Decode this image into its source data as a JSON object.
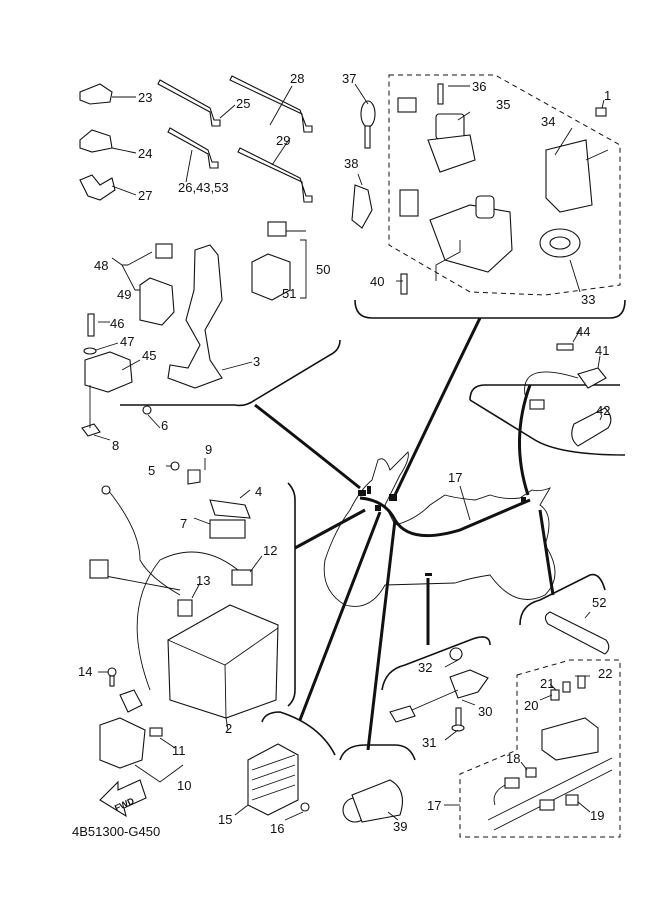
{
  "diagram": {
    "title_code": "4B51300-G450",
    "direction_arrow": "FWD",
    "central_harness_label": "17",
    "callouts": [
      {
        "id": "1",
        "part": "bolt"
      },
      {
        "id": "2",
        "part": "battery"
      },
      {
        "id": "3",
        "part": "bracket"
      },
      {
        "id": "4",
        "part": "battery-band"
      },
      {
        "id": "5",
        "part": "bolt"
      },
      {
        "id": "6",
        "part": "screw"
      },
      {
        "id": "7",
        "part": "damper"
      },
      {
        "id": "8",
        "part": "nut"
      },
      {
        "id": "9",
        "part": "holder"
      },
      {
        "id": "10",
        "part": "starter-relay-assy"
      },
      {
        "id": "11",
        "part": "fuse"
      },
      {
        "id": "12",
        "part": "battery-cable-cap"
      },
      {
        "id": "13",
        "part": "cap"
      },
      {
        "id": "14",
        "part": "bolt"
      },
      {
        "id": "15",
        "part": "rectifier-regulator"
      },
      {
        "id": "16",
        "part": "bolt"
      },
      {
        "id": "17",
        "part": "wire-harness"
      },
      {
        "id": "18",
        "part": "connector-cap"
      },
      {
        "id": "19",
        "part": "connector-cap"
      },
      {
        "id": "20",
        "part": "fuse"
      },
      {
        "id": "21",
        "part": "fuse"
      },
      {
        "id": "22",
        "part": "fuse"
      },
      {
        "id": "23",
        "part": "clamp"
      },
      {
        "id": "24",
        "part": "clamp"
      },
      {
        "id": "25",
        "part": "band"
      },
      {
        "id": "26,43,53",
        "part": "band"
      },
      {
        "id": "27",
        "part": "clamp"
      },
      {
        "id": "28",
        "part": "band"
      },
      {
        "id": "29",
        "part": "band"
      },
      {
        "id": "30",
        "part": "sensor"
      },
      {
        "id": "31",
        "part": "bolt"
      },
      {
        "id": "32",
        "part": "nut"
      },
      {
        "id": "33",
        "part": "ignition-lock-set"
      },
      {
        "id": "34",
        "part": "ecu"
      },
      {
        "id": "35",
        "part": "seat-lock"
      },
      {
        "id": "36",
        "part": "screw"
      },
      {
        "id": "37",
        "part": "key"
      },
      {
        "id": "38",
        "part": "clamp"
      },
      {
        "id": "39",
        "part": "boot"
      },
      {
        "id": "40",
        "part": "bolt"
      },
      {
        "id": "41",
        "part": "lean-angle-sensor"
      },
      {
        "id": "42",
        "part": "cover"
      },
      {
        "id": "44",
        "part": "screw"
      },
      {
        "id": "45",
        "part": "relay"
      },
      {
        "id": "46",
        "part": "bolt"
      },
      {
        "id": "47",
        "part": "washer"
      },
      {
        "id": "48",
        "part": "relay-assy"
      },
      {
        "id": "49",
        "part": "relay"
      },
      {
        "id": "50",
        "part": "relay-assy"
      },
      {
        "id": "51",
        "part": "relay"
      },
      {
        "id": "52",
        "part": "tube"
      }
    ]
  }
}
